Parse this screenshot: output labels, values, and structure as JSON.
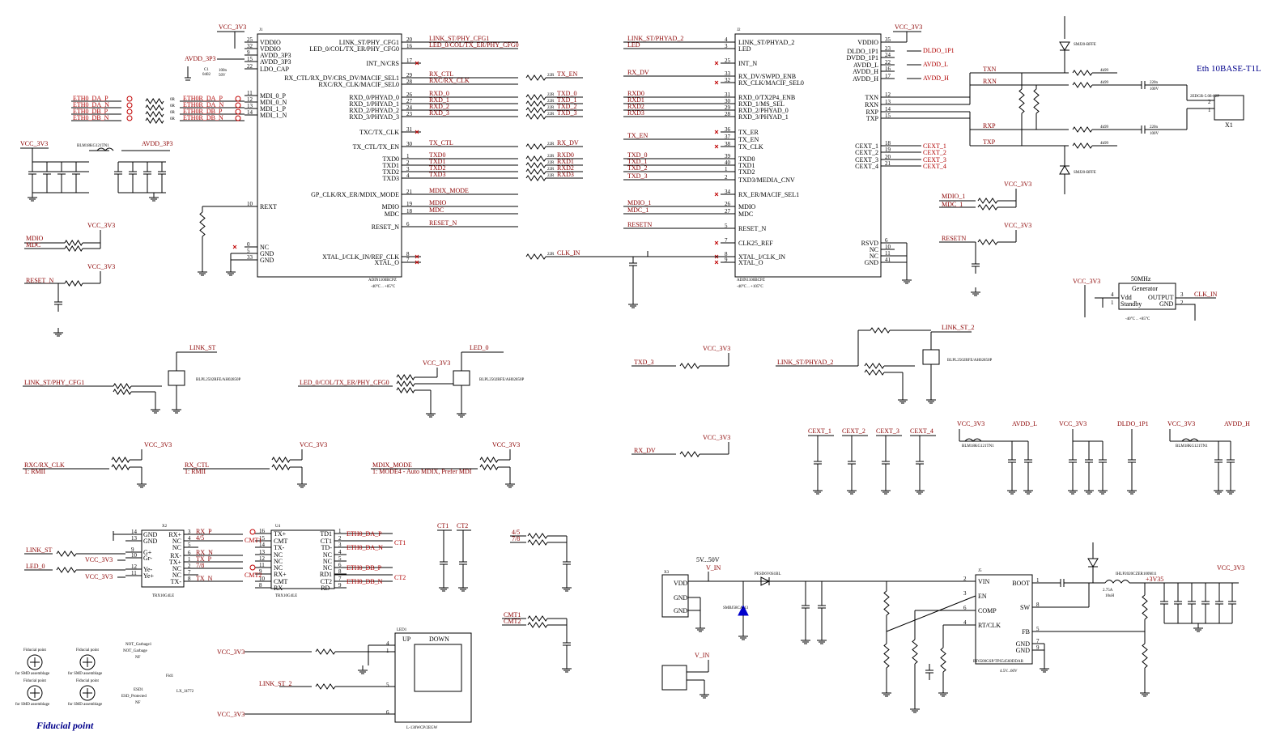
{
  "title": "Eth 10BASE-T1L",
  "fiducial_caption": "Fiducial point",
  "power_nets": {
    "vcc": "VCC_3V3",
    "avdd_3p3": "AVDD_3P3",
    "avdd_l": "AVDD_L",
    "avdd_h": "AVDD_H",
    "dldo": "DLDO_1P1",
    "v_in": "V_IN",
    "range": "5V...50V",
    "v3v35": "+3V35"
  },
  "u1": {
    "temp": "-40°C .. +85°C",
    "left_pins": [
      {
        "num": "25",
        "name": "VDDIO"
      },
      {
        "num": "32",
        "name": "VDDIO"
      },
      {
        "num": "9",
        "name": "AVDD_3P3"
      },
      {
        "num": "15",
        "name": "AVDD_3P3"
      },
      {
        "num": "22",
        "name": "LDO_CAP"
      },
      {
        "num": "11",
        "name": "MDI_0_P"
      },
      {
        "num": "12",
        "name": "MDI_0_N"
      },
      {
        "num": "13",
        "name": "MDI_1_P"
      },
      {
        "num": "14",
        "name": "MDI_1_N"
      },
      {
        "num": "10",
        "name": "REXT"
      },
      {
        "num": "0",
        "name": "NC"
      },
      {
        "num": "5",
        "name": "GND"
      },
      {
        "num": "33",
        "name": "GND"
      }
    ],
    "right_pins": [
      {
        "num": "20",
        "name": "LINK_ST/PHY_CFG1",
        "net": "LINK_ST/PHY_CFG1"
      },
      {
        "num": "16",
        "name": "LED_0/COL/TX_ER/PHY_CFG0",
        "net": "LED_0/COL/TX_ER/PHY_CFG0"
      },
      {
        "num": "17",
        "name": "INT_N/CRS",
        "net": ""
      },
      {
        "num": "29",
        "name": "RX_CTL/RX_DV/CRS_DV/MACIF_SEL1",
        "net": "RX_CTL"
      },
      {
        "num": "28",
        "name": "RXC/RX_CLK/MACIF_SEL0",
        "net": "RXC/RX_CLK"
      },
      {
        "num": "26",
        "name": "RXD_0/PHYAD_0",
        "net": "RXD_0"
      },
      {
        "num": "27",
        "name": "RXD_1/PHYAD_1",
        "net": "RXD_1"
      },
      {
        "num": "24",
        "name": "RXD_2/PHYAD_2",
        "net": "RXD_2"
      },
      {
        "num": "23",
        "name": "RXD_3/PHYAD_3",
        "net": "RXD_3"
      },
      {
        "num": "31",
        "name": "TXC/TX_CLK",
        "net": ""
      },
      {
        "num": "30",
        "name": "TX_CTL/TX_EN",
        "net": "TX_CTL"
      },
      {
        "num": "1",
        "name": "TXD0",
        "net": "TXD0"
      },
      {
        "num": "2",
        "name": "TXD1",
        "net": "TXD1"
      },
      {
        "num": "3",
        "name": "TXD2",
        "net": "TXD2"
      },
      {
        "num": "4",
        "name": "TXD3",
        "net": "TXD3"
      },
      {
        "num": "21",
        "name": "GP_CLK/RX_ER/MDIX_MODE",
        "net": "MDIX_MODE"
      },
      {
        "num": "19",
        "name": "MDIO",
        "net": "MDIO"
      },
      {
        "num": "18",
        "name": "MDC",
        "net": "MDC"
      },
      {
        "num": "6",
        "name": "RESET_N",
        "net": "RESET_N"
      },
      {
        "num": "8",
        "name": "XTAL_I/CLK_IN/REF_CLK",
        "net": ""
      },
      {
        "num": "7",
        "name": "XTAL_O",
        "net": ""
      }
    ],
    "right_ext": [
      "TX_EN",
      "TXD_0",
      "TXD_1",
      "TXD_2",
      "TXD_3",
      "RX_DV",
      "RXD0",
      "RXD1",
      "RXD2",
      "RXD3",
      "CLK_IN"
    ]
  },
  "u2": {
    "temp": "-40°C .. +105°C",
    "left_pins": [
      {
        "num": "4",
        "name": "LINK_ST/PHYAD_2",
        "net": "LINK_ST/PHYAD_2"
      },
      {
        "num": "3",
        "name": "LED",
        "net": "LED"
      },
      {
        "num": "25",
        "name": "INT_N",
        "net": ""
      },
      {
        "num": "33",
        "name": "RX_DV/SWPD_ENB",
        "net": "RX_DV"
      },
      {
        "num": "32",
        "name": "RX_CLK/MACIF_SEL0",
        "net": ""
      },
      {
        "num": "31",
        "name": "RXD_0/TX2P4_ENB",
        "net": "RXD0"
      },
      {
        "num": "30",
        "name": "RXD_1/MS_SEL",
        "net": "RXD1"
      },
      {
        "num": "29",
        "name": "RXD_2/PHYAD_0",
        "net": "RXD2"
      },
      {
        "num": "28",
        "name": "RXD_3/PHYAD_1",
        "net": "RXD3"
      },
      {
        "num": "36",
        "name": "TX_ER",
        "net": ""
      },
      {
        "num": "37",
        "name": "TX_EN",
        "net": "TX_EN"
      },
      {
        "num": "38",
        "name": "TX_CLK",
        "net": ""
      },
      {
        "num": "39",
        "name": "TXD0",
        "net": "TXD_0"
      },
      {
        "num": "40",
        "name": "TXD1",
        "net": "TXD_1"
      },
      {
        "num": "1",
        "name": "TXD2",
        "net": "TXD_2"
      },
      {
        "num": "2",
        "name": "TXD3/MEDIA_CNV",
        "net": "TXD_3"
      },
      {
        "num": "34",
        "name": "RX_ER/MACIF_SEL1",
        "net": ""
      },
      {
        "num": "26",
        "name": "MDIO",
        "net": "MDIO_1"
      },
      {
        "num": "27",
        "name": "MDC",
        "net": "MDC_1"
      },
      {
        "num": "5",
        "name": "RESET_N",
        "net": "RESETN"
      },
      {
        "num": "7",
        "name": "CLK25_REF",
        "net": ""
      },
      {
        "num": "8",
        "name": "XTAL_I/CLK_IN",
        "net": ""
      },
      {
        "num": "9",
        "name": "XTAL_O",
        "net": ""
      }
    ],
    "right_pins": [
      {
        "num": "35",
        "name": "VDDIO"
      },
      {
        "num": "23",
        "name": "DLDO_1P1"
      },
      {
        "num": "24",
        "name": "DVDD_1P1"
      },
      {
        "num": "22",
        "name": "AVDD_L"
      },
      {
        "num": "16",
        "name": "AVDD_H"
      },
      {
        "num": "17",
        "name": "AVDD_H"
      },
      {
        "num": "12",
        "name": "TXN"
      },
      {
        "num": "13",
        "name": "RXN"
      },
      {
        "num": "14",
        "name": "RXP"
      },
      {
        "num": "15",
        "name": "TXP"
      },
      {
        "num": "18",
        "name": "CEXT_1"
      },
      {
        "num": "19",
        "name": "CEXT_2"
      },
      {
        "num": "20",
        "name": "CEXT_3"
      },
      {
        "num": "21",
        "name": "CEXT_4"
      },
      {
        "num": "6",
        "name": "RSVD"
      },
      {
        "num": "10",
        "name": "NC"
      },
      {
        "num": "11",
        "name": "NC"
      },
      {
        "num": "41",
        "name": "GND"
      }
    ]
  },
  "eth0_nets": [
    "ETH0_DA_P",
    "ETH0_DA_N",
    "ETH0_DB_P",
    "ETH0_DB_N"
  ],
  "eth0r_nets": [
    "ETH0R_DA_P",
    "ETH0R_DA_N",
    "ETH0R_DB_P",
    "ETH0R_DB_N"
  ],
  "line_nets": [
    "TXN",
    "RXN",
    "RXP",
    "TXP"
  ],
  "connector": "2EDGR-5.08-02P",
  "connector_ref": "X1",
  "oscillator": {
    "freq": "50MHz",
    "name": "Generator",
    "pin_vdd": "Vdd",
    "pin_standby": "Standby",
    "pin_output": "OUTPUT",
    "pin_gnd": "GND",
    "net": "CLK_IN",
    "temp": "-40°C .. +85°C"
  },
  "transistor_labels": {
    "link_st": "LINK_ST",
    "led_0": "LED_0",
    "link_st_2": "LINK_ST_2"
  },
  "strap_labels": {
    "rmii1": "1: RMII",
    "rmii2": "1: RMII",
    "mdix": "1: MODE4 - Auto MDIX, Prefer MDI"
  },
  "cext": [
    "CEXT_1",
    "CEXT_2",
    "CEXT_3",
    "CEXT_4"
  ],
  "magnetics": {
    "x2_pins": [
      "GND",
      "GND",
      "G+",
      "Gr-",
      "Ye-",
      "Ye+",
      "RX+",
      "NC",
      "NC",
      "RX-",
      "TX+",
      "NC",
      "NC",
      "TX-"
    ],
    "x2_nets": [
      "RX_P",
      "4/5",
      "RX_N",
      "TX_P",
      "7/8",
      "TX_N"
    ],
    "u4_left": [
      "TX+",
      "CMT",
      "TX-",
      "NC",
      "NC",
      "NC",
      "RX+",
      "CMT",
      "RX-"
    ],
    "u4_right": [
      "TD1",
      "CT1",
      "TD-",
      "NC",
      "NC",
      "NC",
      "RD1",
      "CT2",
      "RD-"
    ],
    "u4_nets": [
      "ETH0_DA_P",
      "ETH0_DA_N",
      "ETH0_DB_P",
      "ETH0_DB_N"
    ],
    "cmt": [
      "CMT1",
      "CMT2"
    ],
    "ct": [
      "CT1",
      "CT2"
    ]
  },
  "switch": {
    "up": "UP",
    "down": "DOWN"
  },
  "buck": {
    "left_pins": [
      "VIN",
      "EN",
      "COMP",
      "RT/CLK"
    ],
    "right_pins": [
      "BOOT",
      "SW",
      "FB",
      "GND",
      "GND"
    ],
    "range": "4.5V...60V"
  },
  "fiducials": [
    "Fiducial point",
    "Fiducial point",
    "Fiducial point",
    "Fiducial point"
  ],
  "fiducial_sub": "for SMD assemblage"
}
